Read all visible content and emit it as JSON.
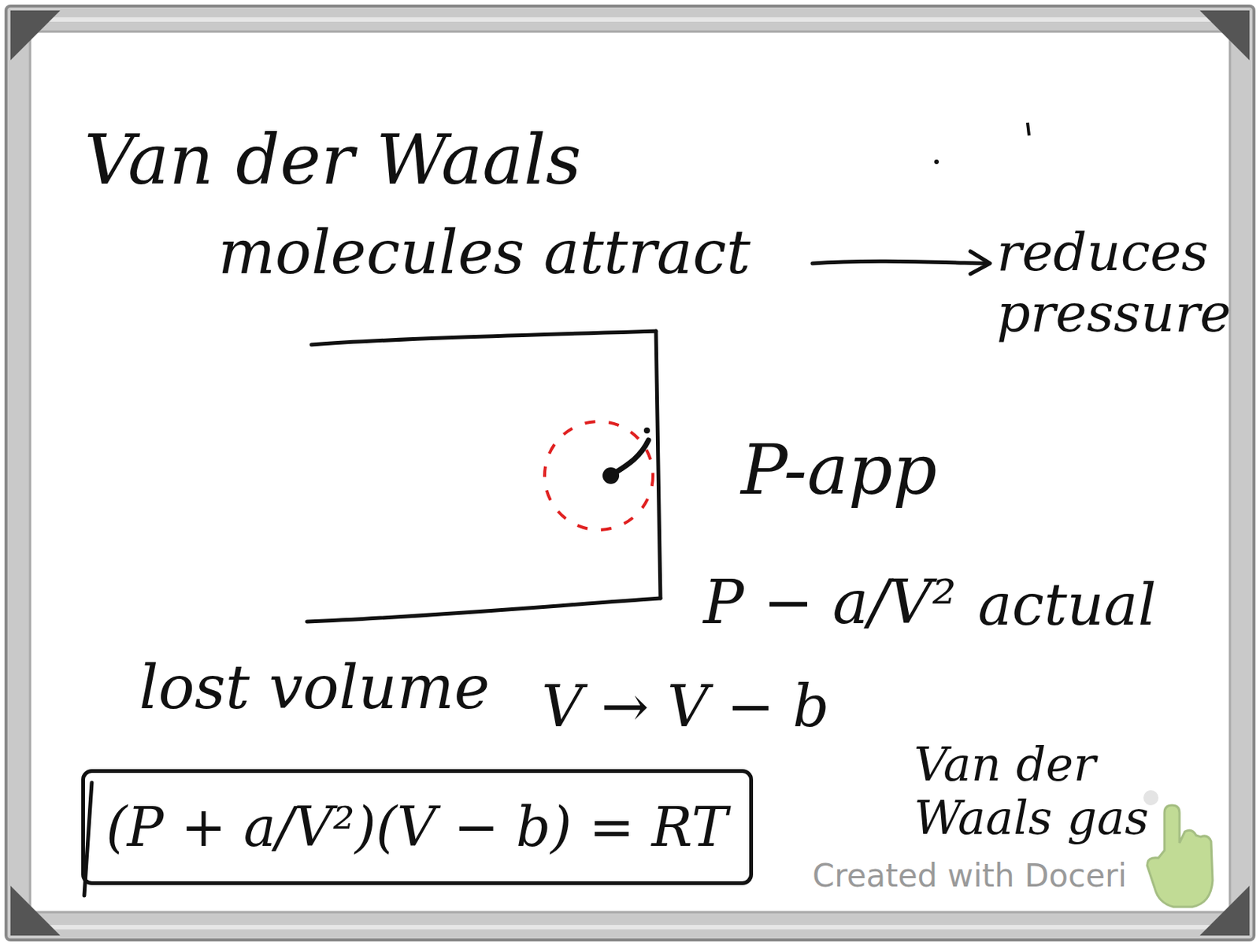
{
  "diagram": {
    "title": "Van der Waals",
    "nodes": [
      {
        "text": [
          "(P + a/V²)(V − b) = RT"
        ]
      }
    ],
    "labels": [
      "molecules attract",
      "reduces pressure",
      "P-app",
      "P − a/V²",
      "actual",
      "lost volume",
      "V → V − b",
      "Van der Waals gas",
      "Created with Doceri"
    ]
  }
}
